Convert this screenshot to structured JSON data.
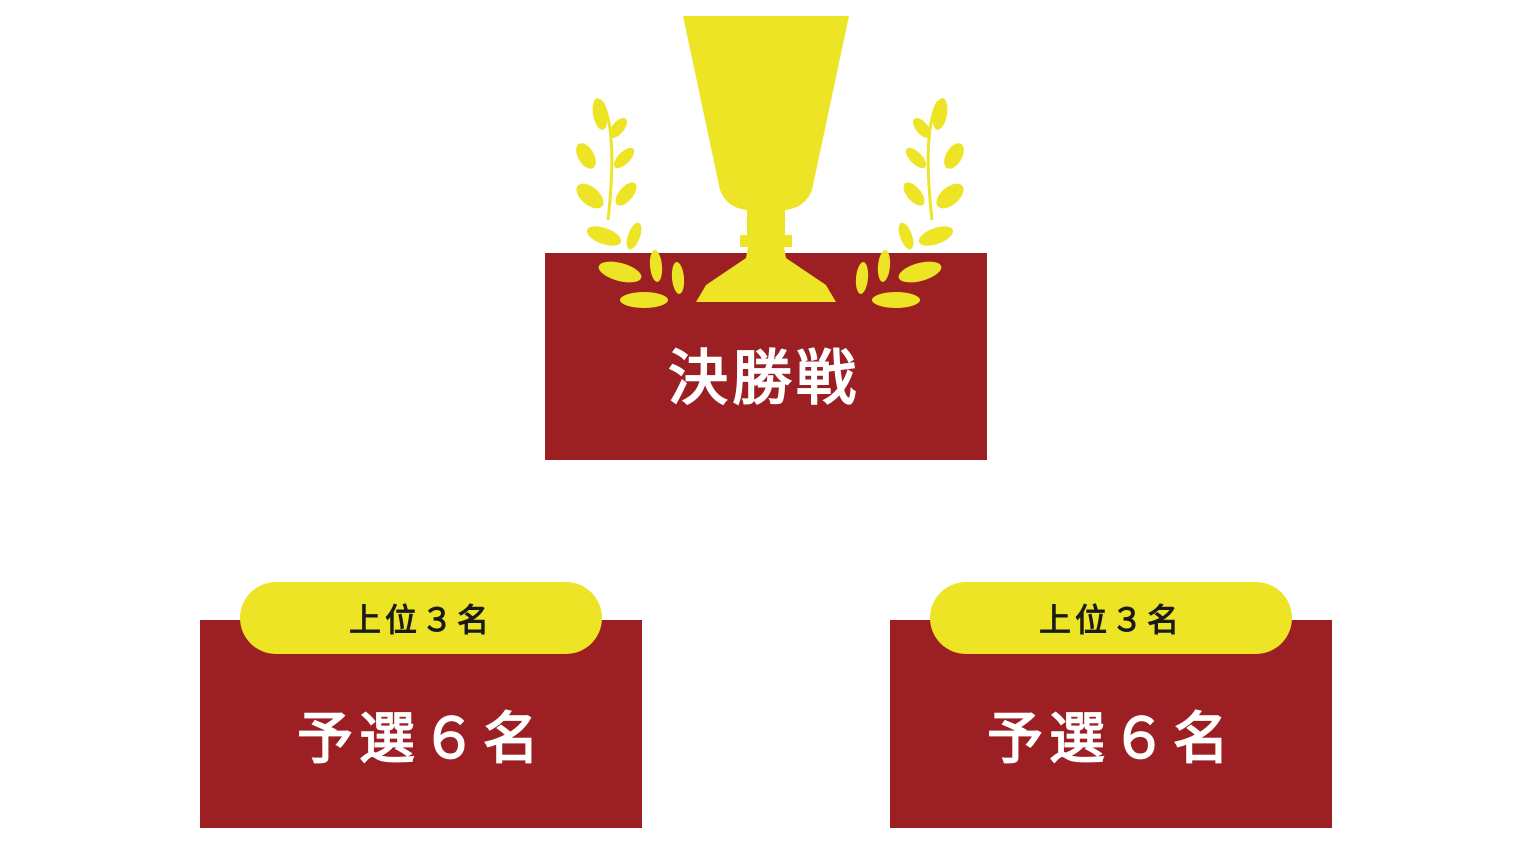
{
  "final": {
    "title": "決勝戦"
  },
  "prelims": [
    {
      "badge": "上位３名",
      "label": "予選６名"
    },
    {
      "badge": "上位３名",
      "label": "予選６名"
    }
  ],
  "colors": {
    "red": "#9c1f23",
    "yellow": "#ede425",
    "white": "#ffffff"
  },
  "icons": {
    "trophy": "trophy-icon",
    "laurel": "laurel-icon"
  }
}
